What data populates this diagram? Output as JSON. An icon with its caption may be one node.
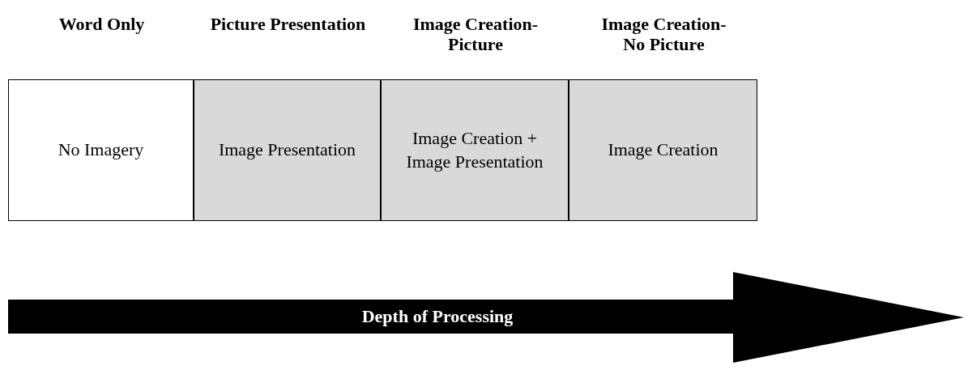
{
  "diagram": {
    "nodes": [
      {
        "text": [
          "Word Only",
          "No Imagery"
        ]
      },
      {
        "text": [
          "Picture Presentation",
          "Image Presentation"
        ]
      },
      {
        "text": [
          "Image Creation- Picture",
          "Image Creation + Image Presentation"
        ]
      },
      {
        "text": [
          "Image Creation- No Picture",
          "Image Creation"
        ]
      },
      {
        "text": [
          "Depth of Processing"
        ]
      }
    ]
  }
}
